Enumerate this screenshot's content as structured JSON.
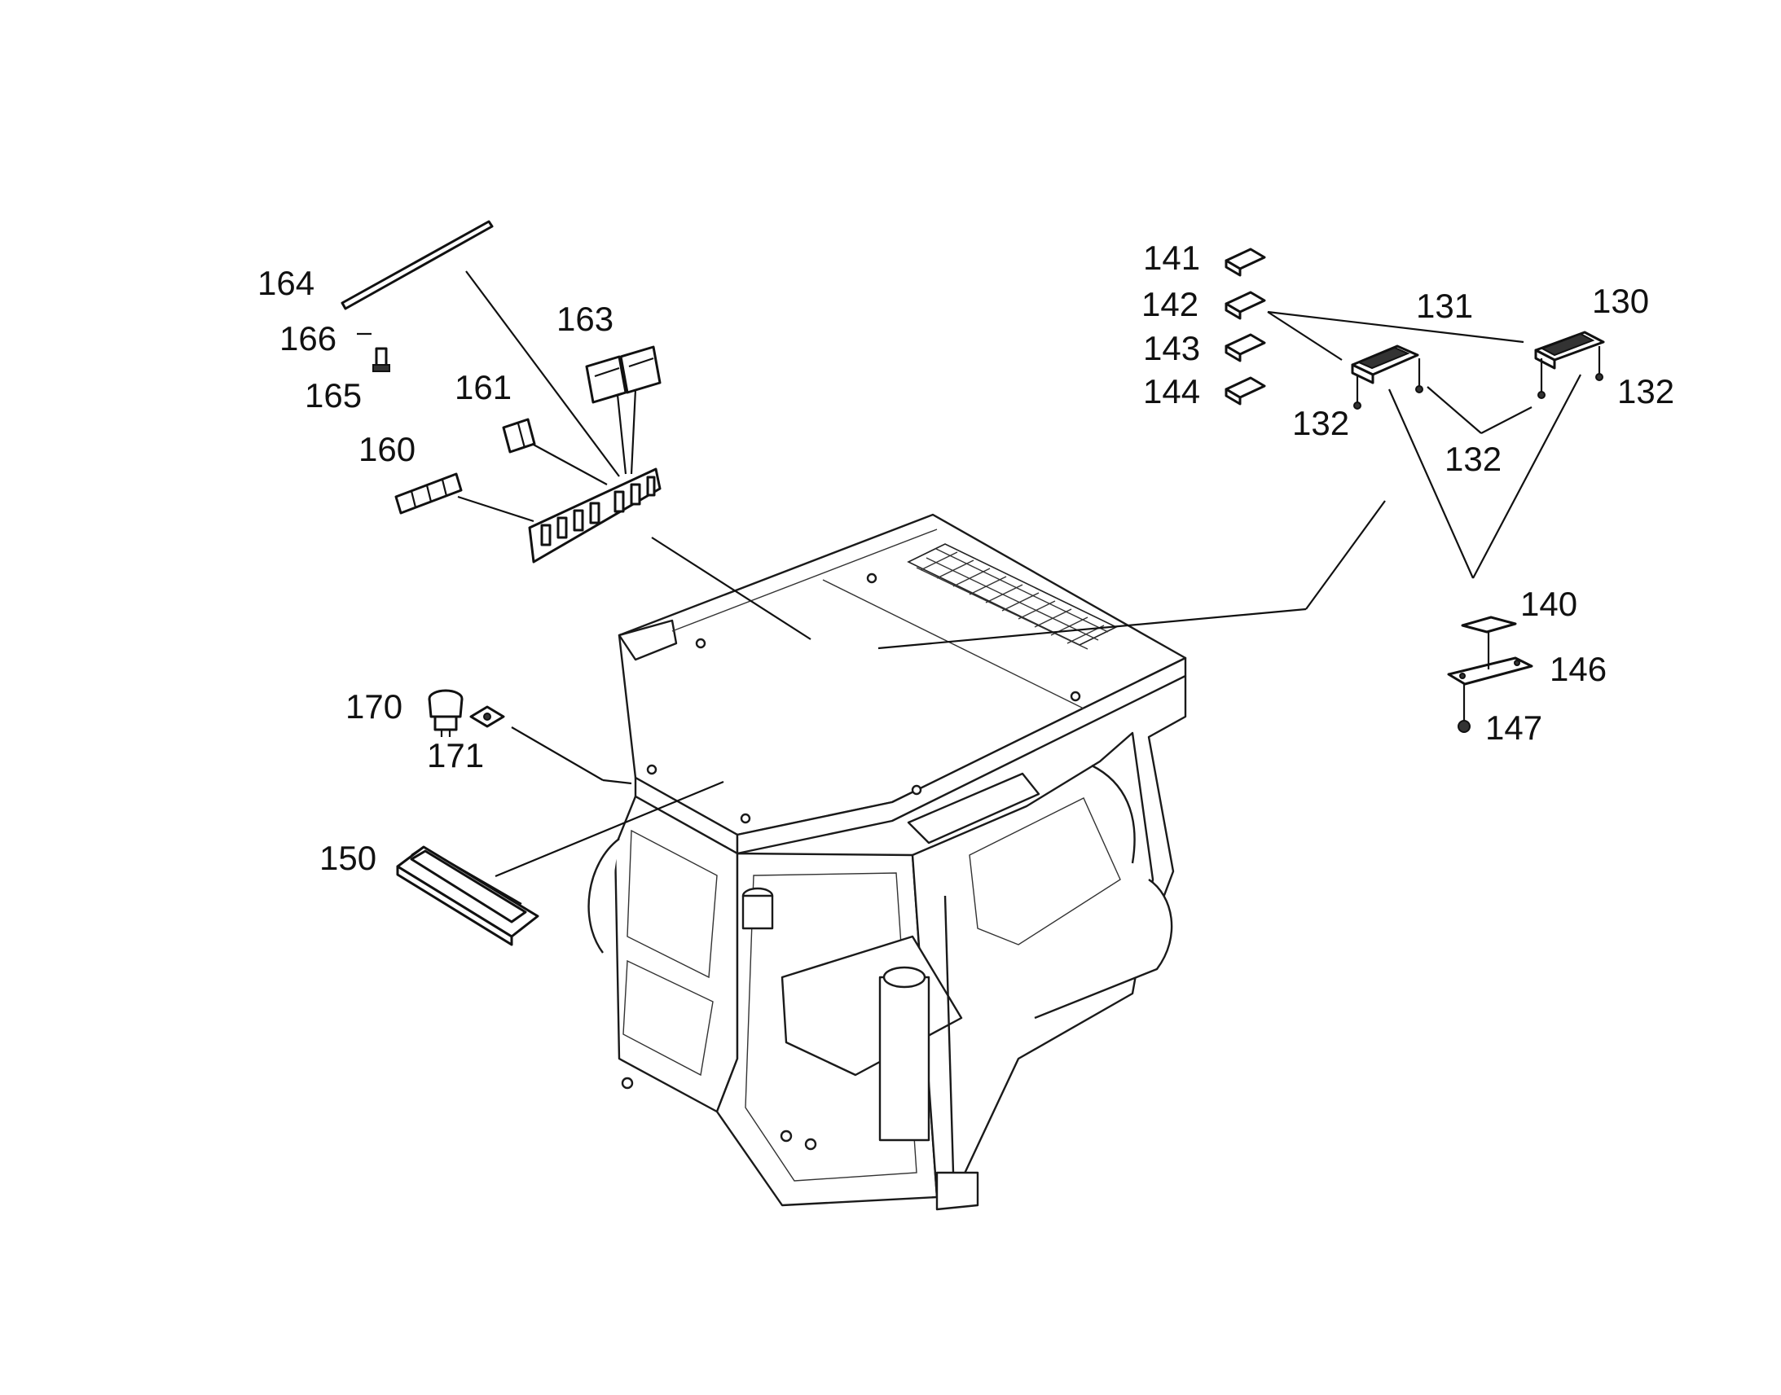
{
  "diagram": {
    "callouts": {
      "c130": "130",
      "c131": "131",
      "c132a": "132",
      "c132b": "132",
      "c132c": "132",
      "c140": "140",
      "c141": "141",
      "c142": "142",
      "c143": "143",
      "c144": "144",
      "c146": "146",
      "c147": "147",
      "c150": "150",
      "c160": "160",
      "c161": "161",
      "c163": "163",
      "c164": "164",
      "c165": "165",
      "c166": "166",
      "c170": "170",
      "c171": "171"
    }
  }
}
